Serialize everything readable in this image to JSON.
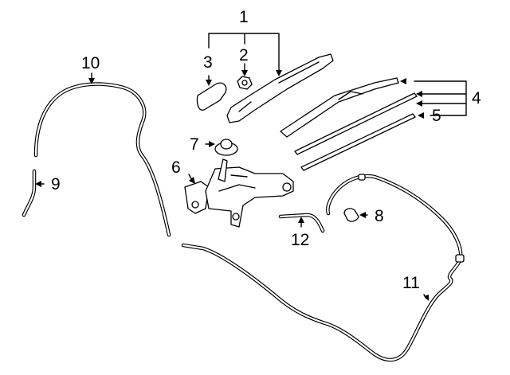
{
  "diagram": {
    "title": "Rear wiper components",
    "callouts": [
      {
        "id": "1",
        "label": "1",
        "part": "wiper-arm-assembly"
      },
      {
        "id": "2",
        "label": "2",
        "part": "nut"
      },
      {
        "id": "3",
        "label": "3",
        "part": "cap"
      },
      {
        "id": "4",
        "label": "4",
        "part": "wiper-blade"
      },
      {
        "id": "5",
        "label": "5",
        "part": "blade-refill"
      },
      {
        "id": "6",
        "label": "6",
        "part": "wiper-motor"
      },
      {
        "id": "7",
        "label": "7",
        "part": "grommet"
      },
      {
        "id": "8",
        "label": "8",
        "part": "clip"
      },
      {
        "id": "9",
        "label": "9",
        "part": "hose-connector"
      },
      {
        "id": "10",
        "label": "10",
        "part": "washer-hose"
      },
      {
        "id": "11",
        "label": "11",
        "part": "washer-hose"
      },
      {
        "id": "12",
        "label": "12",
        "part": "hose-joint"
      }
    ]
  }
}
